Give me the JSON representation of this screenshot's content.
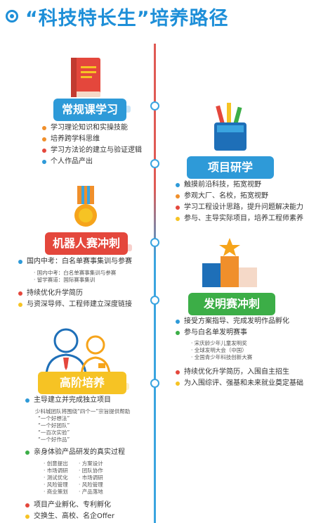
{
  "page": {
    "title": "“科技特长生”培养路径"
  },
  "colors": {
    "blue": "#2e9ad8",
    "red": "#e4473c",
    "green": "#3cae47",
    "yellow": "#f6c324",
    "orange": "#f08f2b"
  },
  "stages": {
    "regular": {
      "label": "常规课学习",
      "items": [
        "学习理论知识和实操技能",
        "培养跨学科思维",
        "学习方法论的建立与验证逻辑",
        "个人作品产出"
      ]
    },
    "project": {
      "label": "项目研学",
      "items": [
        "触摸前沿科技，拓宽视野",
        "参观大厂、名校，拓宽视野",
        "学习工程设计思路，提升问题解决能力",
        "参与、主导实际项目，培养工程师素养"
      ]
    },
    "robot": {
      "label": "机器人赛冲刺",
      "item1": "国内中考：白名单赛事集训与参赛",
      "sub1": "· 国内中考：白名单赛事集训与参赛",
      "sub2": "· 留学赛道：国际赛事集训",
      "item2": "持续优化升学简历",
      "item3": "与资深导师、工程师建立深度链接"
    },
    "invention": {
      "label": "发明赛冲刺",
      "item1": "接受方案指导、完成发明作品孵化",
      "item2": "参与白名单发明赛事",
      "subs": [
        "· 宋庆龄少年儿童发明奖",
        "· 全球发明大会（中国）",
        "· 全国青少年科技创新大赛"
      ],
      "item3": "持续优化升学简历，入围自主招生",
      "item4": "为入围综评、强基和未来就业奠定基础"
    },
    "advanced": {
      "label": "高阶培养",
      "item1": "主导建立并完成独立项目",
      "note": "少科城团队将围绕“四个一”宗旨提供帮助",
      "ones": [
        "“一个好想法”",
        "“一个好团队”",
        "“一百次实验”",
        "“一个好作品”"
      ],
      "item2": "亲身体验产品研发的真实过程",
      "grid": [
        "· 创意提出",
        "· 方案设计",
        "· 市场调研",
        "· 团队协作",
        "· 测试优化",
        "· 市场调研",
        "· 风险管理",
        "· 风险管理",
        "· 商业策划",
        "· 产品落地"
      ],
      "item3": "项目产业孵化、专利孵化",
      "item4": "交换生、高校、名企Offer"
    }
  }
}
